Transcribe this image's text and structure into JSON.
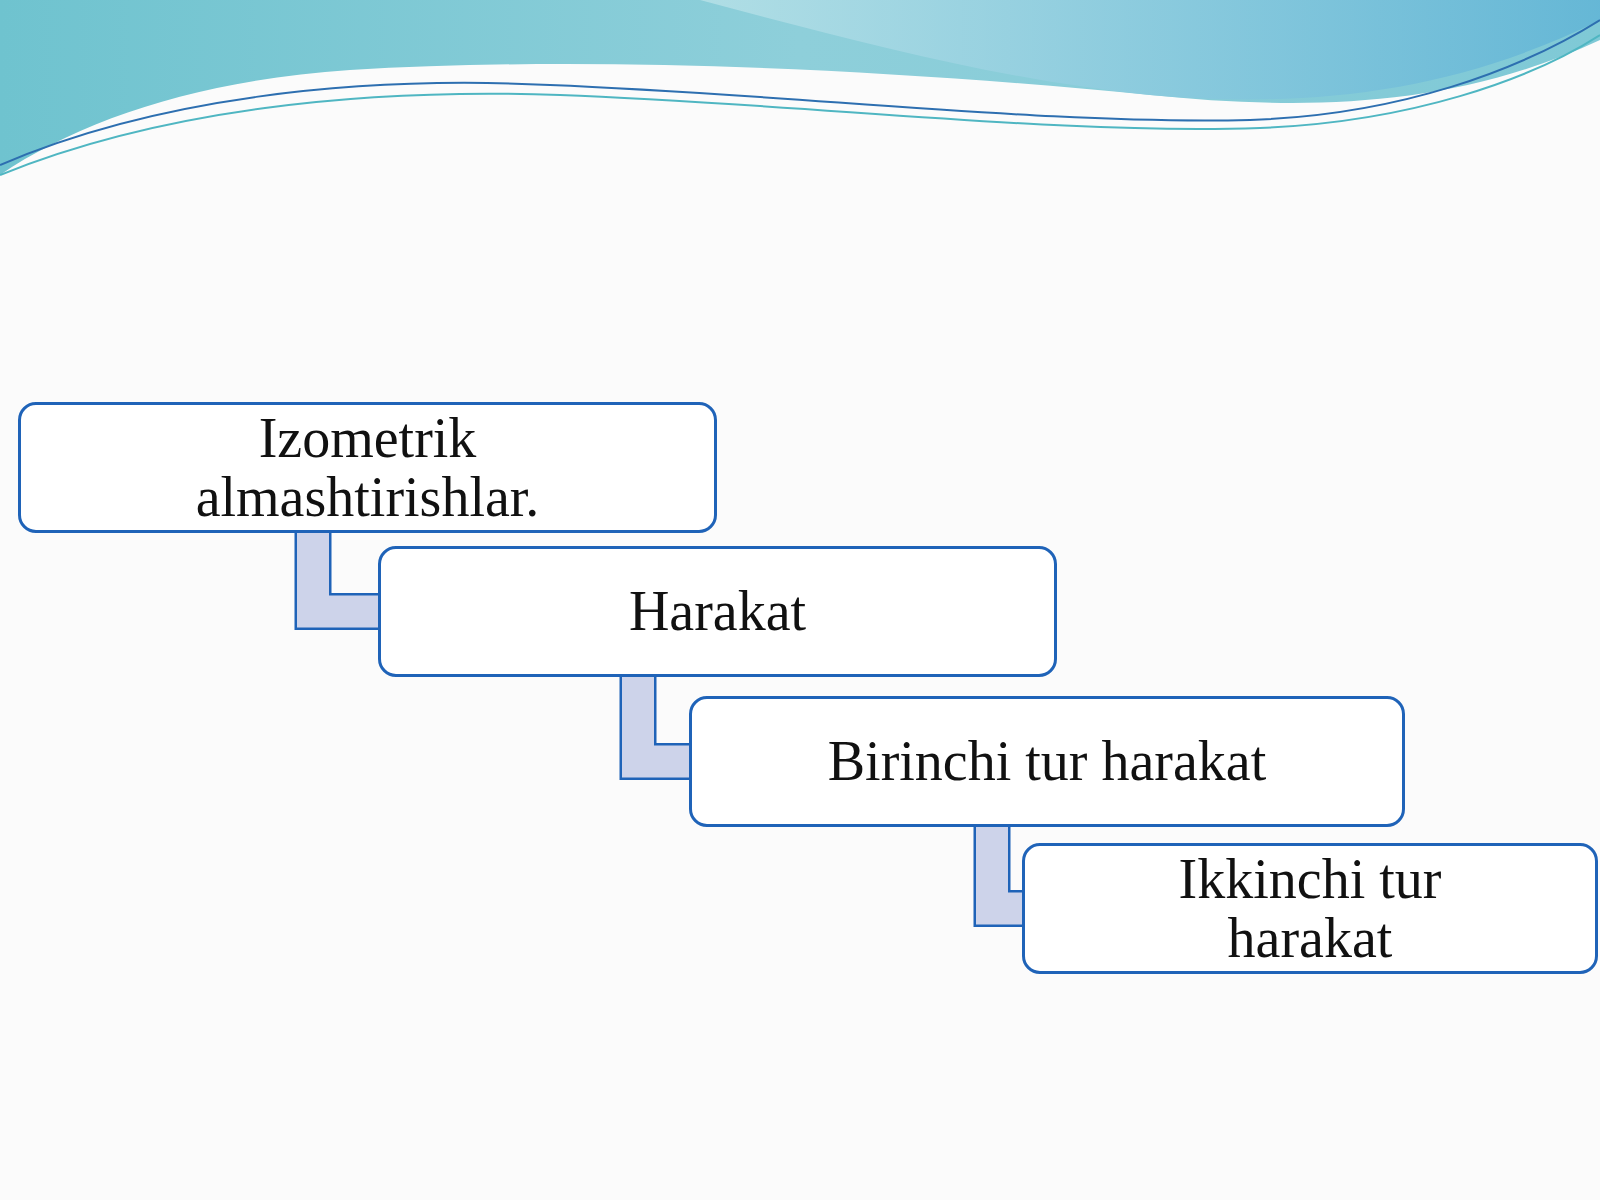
{
  "diagram": {
    "nodes": [
      {
        "text": [
          "Izometrik almashtirishlar."
        ]
      },
      {
        "text": [
          "Harakat"
        ]
      },
      {
        "text": [
          "Birinchi tur harakat"
        ]
      },
      {
        "text": [
          "Ikkinchi tur harakat"
        ]
      }
    ],
    "edges": [
      {
        "from": 0,
        "to": 1,
        "arrow": "none"
      },
      {
        "from": 1,
        "to": 2,
        "arrow": "none"
      },
      {
        "from": 2,
        "to": 3,
        "arrow": "none"
      }
    ]
  }
}
